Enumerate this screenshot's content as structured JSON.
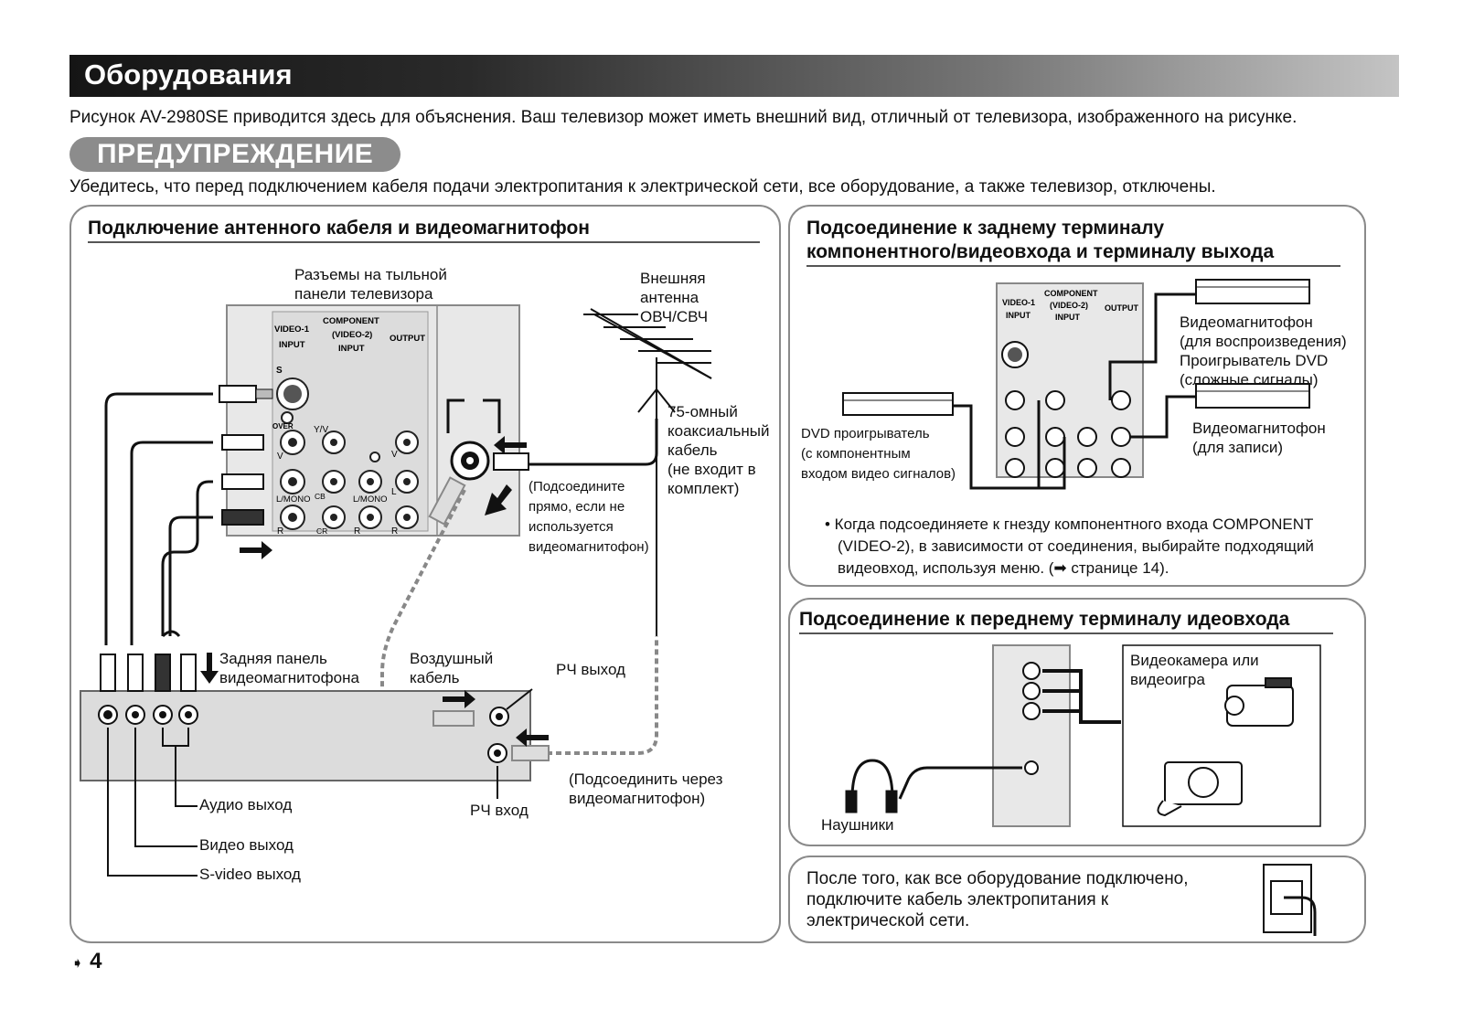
{
  "header": {
    "title": "Оборудования",
    "intro": "Рисунок AV-2980SE приводится здесь для объяснения. Ваш телевизор может иметь внешний вид, отличный от телевизора, изображенного на рисунке."
  },
  "warning": {
    "label": "ПРЕДУПРЕЖДЕНИЕ",
    "text": "Убедитесь, что перед подключением кабеля подачи электропитания к электрической сети, все оборудование, а также телевизор, отключены."
  },
  "left_panel": {
    "title": "Подключение антенного кабеля и видеомагнитофон",
    "tv_rear_label": [
      "Разъемы на тыльной",
      "панели телевизора"
    ],
    "antenna_label": [
      "Внешняя",
      "антенна",
      "ОВЧ/СВЧ"
    ],
    "coax_label": [
      "75-омный",
      "коаксиальный",
      "кабель",
      "(не входит в",
      "комплект)"
    ],
    "direct_label": [
      "(Подсоедините",
      "прямо, если не",
      "используется",
      "видеомагнитофон)"
    ],
    "vcr_rear_label": [
      "Задняя панель",
      "видеомагнитофона"
    ],
    "air_cable_label": [
      "Воздушный",
      "кабель"
    ],
    "rf_out_label": "РЧ выход",
    "rf_in_label": "РЧ вход",
    "via_vcr_label": [
      "(Подсоединить через",
      "видеомагнитофон)"
    ],
    "audio_out": "Аудио выход",
    "video_out": "Видео выход",
    "svideo_out": "S-video выход",
    "jacks": {
      "video1": [
        "VIDEO-1",
        "INPUT"
      ],
      "component": [
        "COMPONENT",
        "(VIDEO-2)",
        "INPUT"
      ],
      "output": "OUTPUT",
      "s": "S",
      "over": "OVER",
      "v": "V",
      "yv": "Y/V",
      "lmono": "L/MONO",
      "cb": "CB",
      "cr": "CR",
      "l": "L",
      "r": "R"
    }
  },
  "right_top_panel": {
    "title_line1": "Подсоединение к заднему терминалу",
    "title_line2": "компонентного/видеовхода и терминалу выхода",
    "vcr_play_label": [
      "Видеомагнитофон",
      "(для воспроизведения)",
      "Проигрыватель DVD",
      "(сложные сигналы)"
    ],
    "vcr_rec_label": [
      "Видеомагнитофон",
      "(для записи)"
    ],
    "dvd_label": [
      "DVD проигрыватель",
      "(с компонентным",
      "входом видео сигналов)"
    ],
    "note_line1": "• Когда подсоединяете к гнезду компонентного входа COMPONENT",
    "note_line2": "(VIDEO-2), в зависимости от соединения, выбирайте подходящий",
    "note_line3": "видеовход, используя меню. (➡ странице 14)."
  },
  "right_mid_panel": {
    "title": "Подсоединение к переднему терминалу идеовхода",
    "camera_label": [
      "Видеокамера или",
      "видеоигра"
    ],
    "headphones_label": "Наушники"
  },
  "right_bottom_panel": {
    "text": [
      "После того, как все оборудование подключено,",
      "подключите кабель электропитания к",
      "электрической сети."
    ]
  },
  "footer": {
    "page_number": "4"
  }
}
